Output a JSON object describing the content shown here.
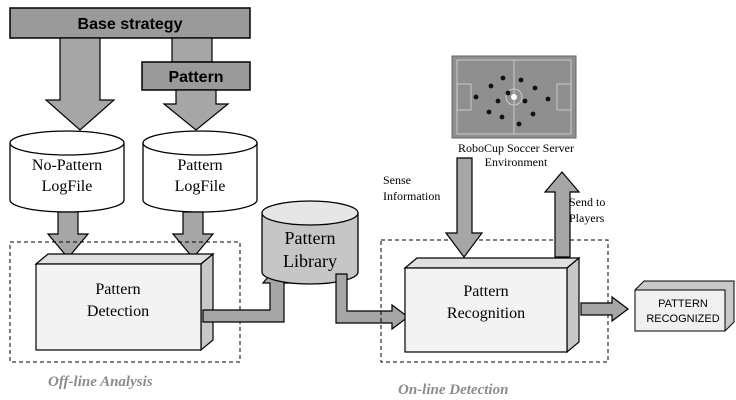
{
  "base_strategy": "Base strategy",
  "pattern": "Pattern",
  "no_pattern_logfile": [
    "No-Pattern",
    "LogFile"
  ],
  "pattern_logfile": [
    "Pattern",
    "LogFile"
  ],
  "pattern_library": [
    "Pattern",
    "Library"
  ],
  "pattern_detection": [
    "Pattern",
    "Detection"
  ],
  "pattern_recognition": [
    "Pattern",
    "Recognition"
  ],
  "robocup": [
    "RoboCup Soccer Server",
    "Environment"
  ],
  "sense_information": [
    "Sense",
    "Information"
  ],
  "send_to_players": [
    "Send to",
    "Players"
  ],
  "pattern_recognized": [
    "PATTERN",
    "RECOGNIZED"
  ],
  "offline_analysis": "Off-line Analysis",
  "online_detection": "On-line Detection",
  "colors": {
    "bar_fill": "#9a9a9a",
    "arrow_fill": "#a6a6a6",
    "box_fill": "#f3f3f3",
    "box_side": "#c8c8c8",
    "region_label": "#8c8c8c",
    "field": "#8f8f8f"
  }
}
